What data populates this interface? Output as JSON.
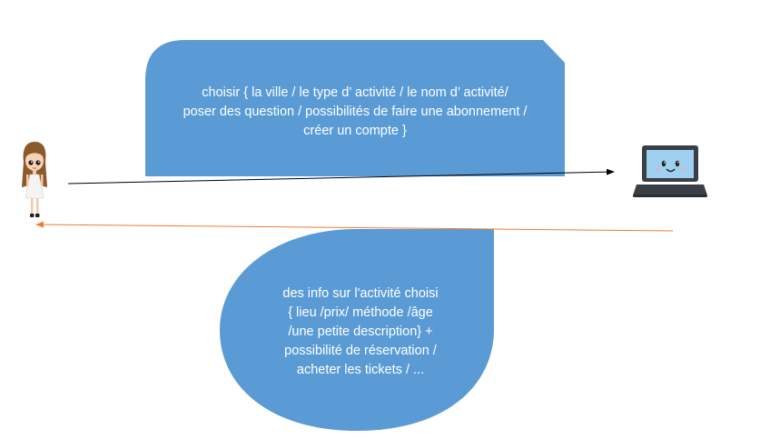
{
  "request_bubble": {
    "lines": [
      "choisir { la ville / le type d’ activité / le nom d’ activité/",
      "poser des question / possibilités de faire une abonnement /",
      "créer un compte }"
    ],
    "fill": "#5b9bd5",
    "text_color": "#ffffff"
  },
  "response_bubble": {
    "lines": [
      "des info sur l'activité choisi",
      "{ lieu /prix/ méthode /âge",
      "/une petite description}  +",
      "possibilité de réservation /",
      "acheter les tickets / ..."
    ],
    "fill": "#5b9bd5",
    "text_color": "#ffffff"
  },
  "arrows": {
    "request_color": "#000000",
    "response_color": "#ed7d31"
  },
  "actors": {
    "user_icon": "girl-avatar-icon",
    "system_icon": "smiling-laptop-icon"
  }
}
